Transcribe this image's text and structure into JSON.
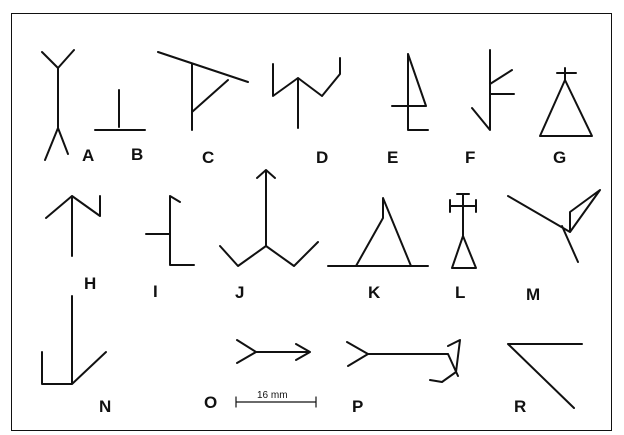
{
  "figure": {
    "symbols": [
      {
        "label": "A"
      },
      {
        "label": "B"
      },
      {
        "label": "C"
      },
      {
        "label": "D"
      },
      {
        "label": "E"
      },
      {
        "label": "F"
      },
      {
        "label": "G"
      },
      {
        "label": "H"
      },
      {
        "label": "I"
      },
      {
        "label": "J"
      },
      {
        "label": "K"
      },
      {
        "label": "L"
      },
      {
        "label": "M"
      },
      {
        "label": "N"
      },
      {
        "label": "O"
      },
      {
        "label": "P"
      },
      {
        "label": "R"
      }
    ],
    "scale_bar": {
      "label": "16 mm"
    }
  }
}
